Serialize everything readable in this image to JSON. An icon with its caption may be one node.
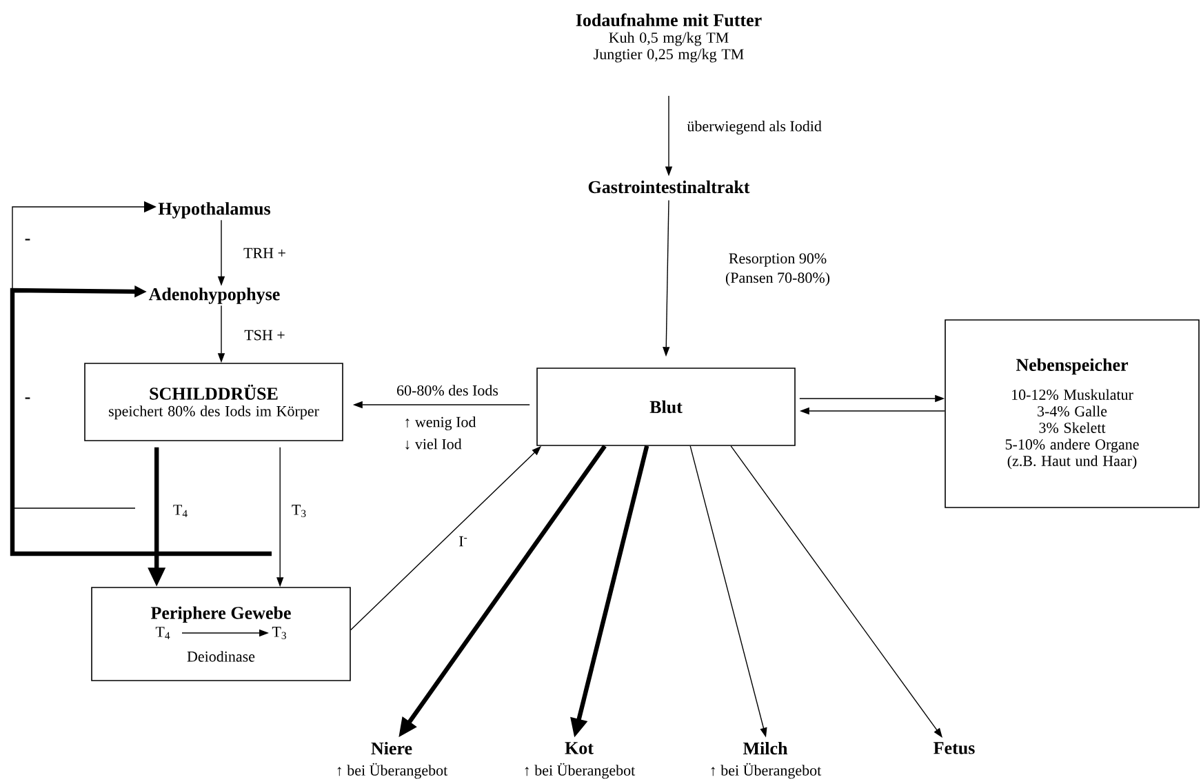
{
  "diagram": {
    "nodes": [
      {
        "text": [
          "Iodaufnahme mit Futter",
          "Kuh 0,5 mg/kg TM",
          "Jungtier 0,25 mg/kg TM"
        ]
      },
      {
        "text": [
          "Gastrointestinaltrakt"
        ]
      },
      {
        "text": [
          "Hypothalamus"
        ]
      },
      {
        "text": [
          "Adenohypophyse"
        ]
      },
      {
        "text": [
          "SCHILDDRÜSE",
          "speichert 80% des Iods im Körper"
        ]
      },
      {
        "text": [
          "Blut"
        ]
      },
      {
        "text": [
          "Nebenspeicher",
          "10-12% Muskulatur",
          "3-4% Galle",
          "3% Skelett",
          "5-10% andere Organe (z.B. Haut und Haar)"
        ]
      },
      {
        "text": [
          "Periphere Gewebe",
          "Deiodinase"
        ]
      },
      {
        "text": [
          "T$_{4}$"
        ],
        "in": 7
      },
      {
        "text": [
          "T$_{3}$"
        ],
        "in": 7
      },
      {
        "text": [
          "Niere"
        ],
        "beside": [
          "↑ bei Überangebot"
        ]
      },
      {
        "text": [
          "Kot"
        ],
        "beside": [
          "↑ bei Überangebot"
        ]
      },
      {
        "text": [
          "Milch"
        ],
        "beside": [
          "↑ bei Überangebot"
        ]
      },
      {
        "text": [
          "Fetus"
        ]
      }
    ],
    "edges": [
      {
        "from": 0,
        "to": 1,
        "arrow": "to",
        "label": "überwiegend als Iodid"
      },
      {
        "from": 1,
        "to": 5,
        "arrow": "to",
        "label": "Resorption 90% (Pansen 70-80%)"
      },
      {
        "from": 2,
        "to": 3,
        "arrow": "to",
        "label": "TRH +"
      },
      {
        "from": 3,
        "to": 4,
        "arrow": "to",
        "label": "TSH +"
      },
      {
        "from": 5,
        "to": 4,
        "arrow": "to",
        "label": "60-80% des Iods"
      },
      {
        "from": 5,
        "to": 6,
        "arrow": "to"
      },
      {
        "from": 6,
        "to": 5,
        "arrow": "to"
      },
      {
        "from": 4,
        "to": 7,
        "arrow": "to",
        "style": "thick",
        "label": "T$_{4}$"
      },
      {
        "from": 4,
        "to": 7,
        "arrow": "to",
        "label": "T$_{3}$"
      },
      {
        "from": 8,
        "to": 9,
        "arrow": "to"
      },
      {
        "from": 7,
        "to": 5,
        "arrow": "to",
        "label": "I$^{-}$"
      },
      {
        "from": 5,
        "to": 10,
        "arrow": "to",
        "style": "thick"
      },
      {
        "from": 5,
        "to": 11,
        "arrow": "to",
        "style": "thick"
      },
      {
        "from": 5,
        "to": 12,
        "arrow": "to"
      },
      {
        "from": 5,
        "to": 13,
        "arrow": "to"
      },
      {
        "from": null,
        "to": 2,
        "arrow": "to",
        "label": "-"
      },
      {
        "from": null,
        "to": 3,
        "arrow": "to",
        "style": "thick",
        "label": "-"
      }
    ],
    "labels": [
      "↑ wenig Iod",
      "↓ viel Iod"
    ]
  }
}
